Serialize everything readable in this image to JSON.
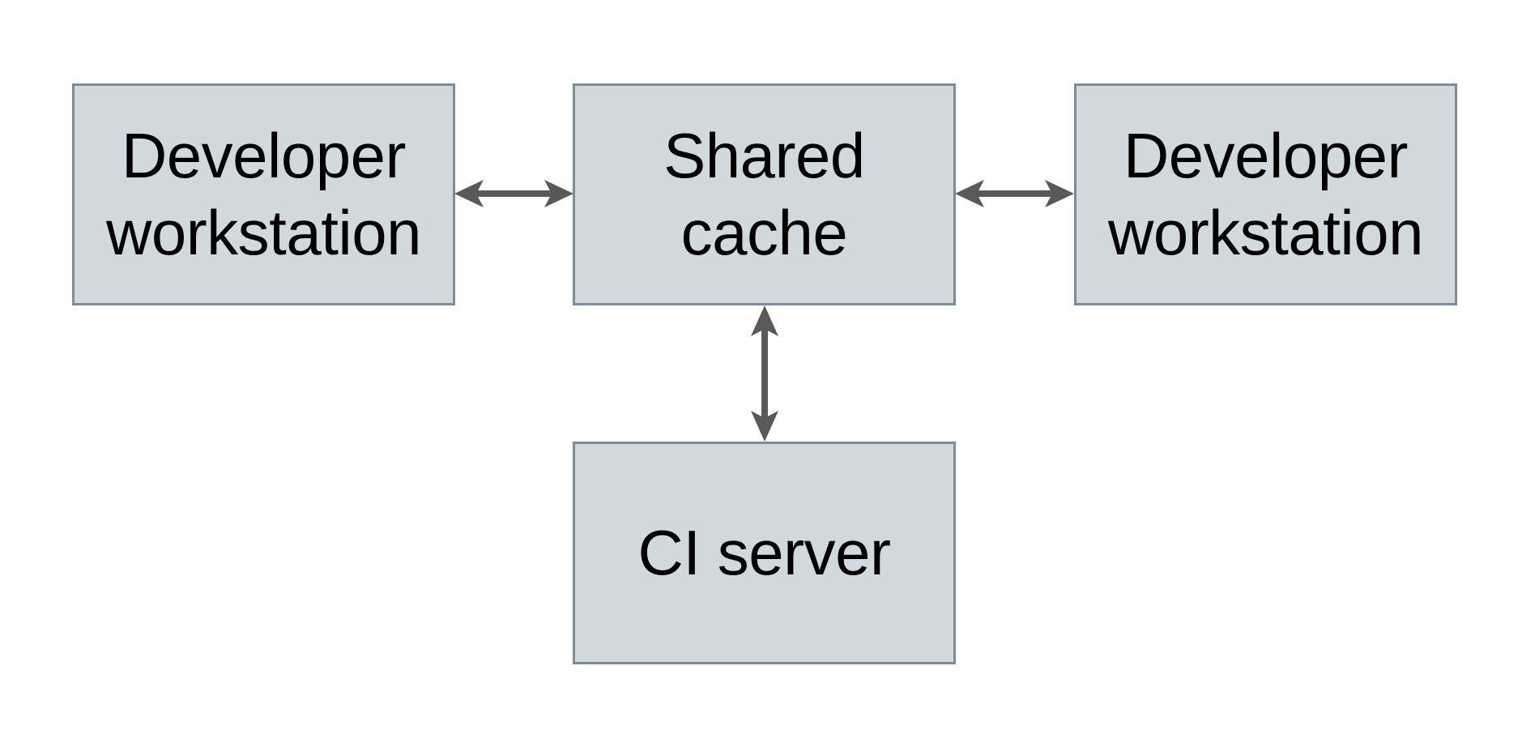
{
  "diagram": {
    "type": "architecture-diagram",
    "background": "#ffffff",
    "nodes": [
      {
        "id": "developer-workstation-left",
        "label": "Developer\nworkstation",
        "shape": "rectangle"
      },
      {
        "id": "shared-cache",
        "label": "Shared\ncache",
        "shape": "rectangle"
      },
      {
        "id": "developer-workstation-right",
        "label": "Developer\nworkstation",
        "shape": "rectangle"
      },
      {
        "id": "ci-server",
        "label": "CI server",
        "shape": "rectangle"
      }
    ],
    "edges": [
      {
        "from": "developer-workstation-left",
        "to": "shared-cache",
        "direction": "bidirectional",
        "orientation": "horizontal"
      },
      {
        "from": "shared-cache",
        "to": "developer-workstation-right",
        "direction": "bidirectional",
        "orientation": "horizontal"
      },
      {
        "from": "shared-cache",
        "to": "ci-server",
        "direction": "bidirectional",
        "orientation": "vertical"
      }
    ],
    "colors": {
      "node_fill": "#d2d9dc",
      "node_border": "#7b8e98",
      "arrow": "#595959",
      "text": "#000000",
      "background": "#ffffff"
    }
  }
}
